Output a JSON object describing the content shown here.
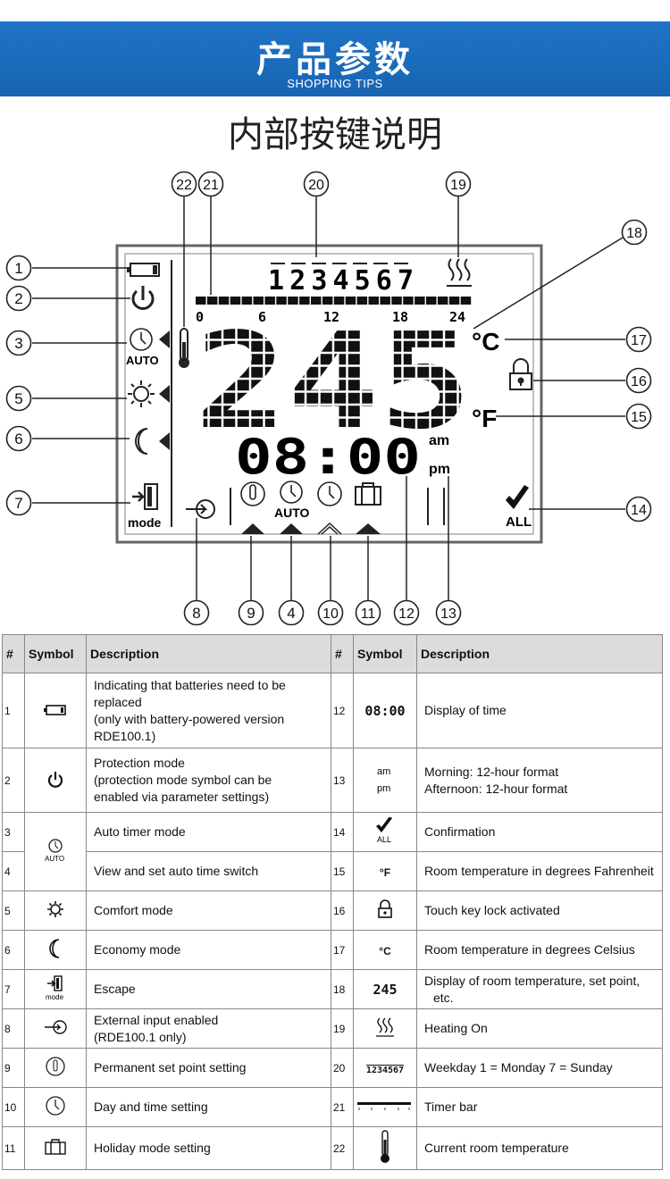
{
  "banner": {
    "title": "产品参数",
    "subtitle": "SHOPPING TIPS"
  },
  "section_title": "内部按键说明",
  "diagram": {
    "weekdays": "1234567",
    "hours": [
      "0",
      "6",
      "12",
      "18",
      "24"
    ],
    "temperature": "245",
    "time": "08:00",
    "am": "am",
    "pm": "pm",
    "celsius": "°C",
    "fahrenheit": "°F",
    "auto": "AUTO",
    "mode": "mode",
    "all": "ALL",
    "callouts": [
      "1",
      "2",
      "3",
      "4",
      "5",
      "6",
      "7",
      "8",
      "9",
      "10",
      "11",
      "12",
      "13",
      "14",
      "15",
      "16",
      "17",
      "18",
      "19",
      "20",
      "21",
      "22"
    ]
  },
  "table": {
    "headers": {
      "num": "#",
      "symbol": "Symbol",
      "description": "Description"
    },
    "left_rows": [
      {
        "num": "1",
        "icon": "battery-icon",
        "desc": [
          "Indicating that batteries need to be",
          "replaced",
          "(only with battery-powered version",
          "RDE100.1)"
        ]
      },
      {
        "num": "2",
        "icon": "power-icon",
        "desc": [
          "Protection mode",
          "(protection mode symbol can be",
          "enabled via parameter settings)"
        ]
      },
      {
        "num": "3",
        "icon": "auto-clock-icon",
        "desc": [
          "Auto timer mode"
        ]
      },
      {
        "num": "4",
        "icon": "auto-clock-icon",
        "desc": [
          "View and set auto time switch"
        ]
      },
      {
        "num": "5",
        "icon": "sun-icon",
        "desc": [
          "Comfort mode"
        ]
      },
      {
        "num": "6",
        "icon": "moon-icon",
        "desc": [
          "Economy mode"
        ]
      },
      {
        "num": "7",
        "icon": "escape-icon",
        "desc": [
          "Escape"
        ]
      },
      {
        "num": "8",
        "icon": "external-input-icon",
        "desc": [
          "External input enabled",
          "(RDE100.1 only)"
        ]
      },
      {
        "num": "9",
        "icon": "thermometer-circle-icon",
        "desc": [
          "Permanent set point setting"
        ]
      },
      {
        "num": "10",
        "icon": "clock-icon",
        "desc": [
          "Day and time setting"
        ]
      },
      {
        "num": "11",
        "icon": "suitcase-icon",
        "desc": [
          "Holiday mode setting"
        ]
      }
    ],
    "right_rows": [
      {
        "num": "12",
        "icon": "time-digits-icon",
        "symbol_text": "08:00",
        "desc": [
          "Display of time"
        ]
      },
      {
        "num": "13",
        "icon": "am-pm-icon",
        "desc": [
          "Morning: 12-hour format",
          "Afternoon: 12-hour format"
        ]
      },
      {
        "num": "14",
        "icon": "check-all-icon",
        "desc": [
          "Confirmation"
        ]
      },
      {
        "num": "15",
        "icon": "fahrenheit-icon",
        "symbol_text": "°F",
        "desc": [
          "Room temperature in degrees Fahrenheit"
        ]
      },
      {
        "num": "16",
        "icon": "lock-icon",
        "desc": [
          "Touch key lock activated"
        ]
      },
      {
        "num": "17",
        "icon": "celsius-icon",
        "symbol_text": "°C",
        "desc": [
          "Room temperature in degrees Celsius"
        ]
      },
      {
        "num": "18",
        "icon": "temp-digits-icon",
        "symbol_text": "245",
        "desc": [
          "Display of room temperature, set point,",
          "etc."
        ]
      },
      {
        "num": "19",
        "icon": "heating-icon",
        "desc": [
          "Heating On"
        ]
      },
      {
        "num": "20",
        "icon": "weekday-icon",
        "symbol_text": "1234567",
        "desc": [
          "Weekday 1 = Monday   7 = Sunday"
        ]
      },
      {
        "num": "21",
        "icon": "timer-bar-icon",
        "desc": [
          "Timer bar"
        ]
      },
      {
        "num": "22",
        "icon": "thermometer-icon",
        "desc": [
          "Current room temperature"
        ]
      }
    ]
  }
}
